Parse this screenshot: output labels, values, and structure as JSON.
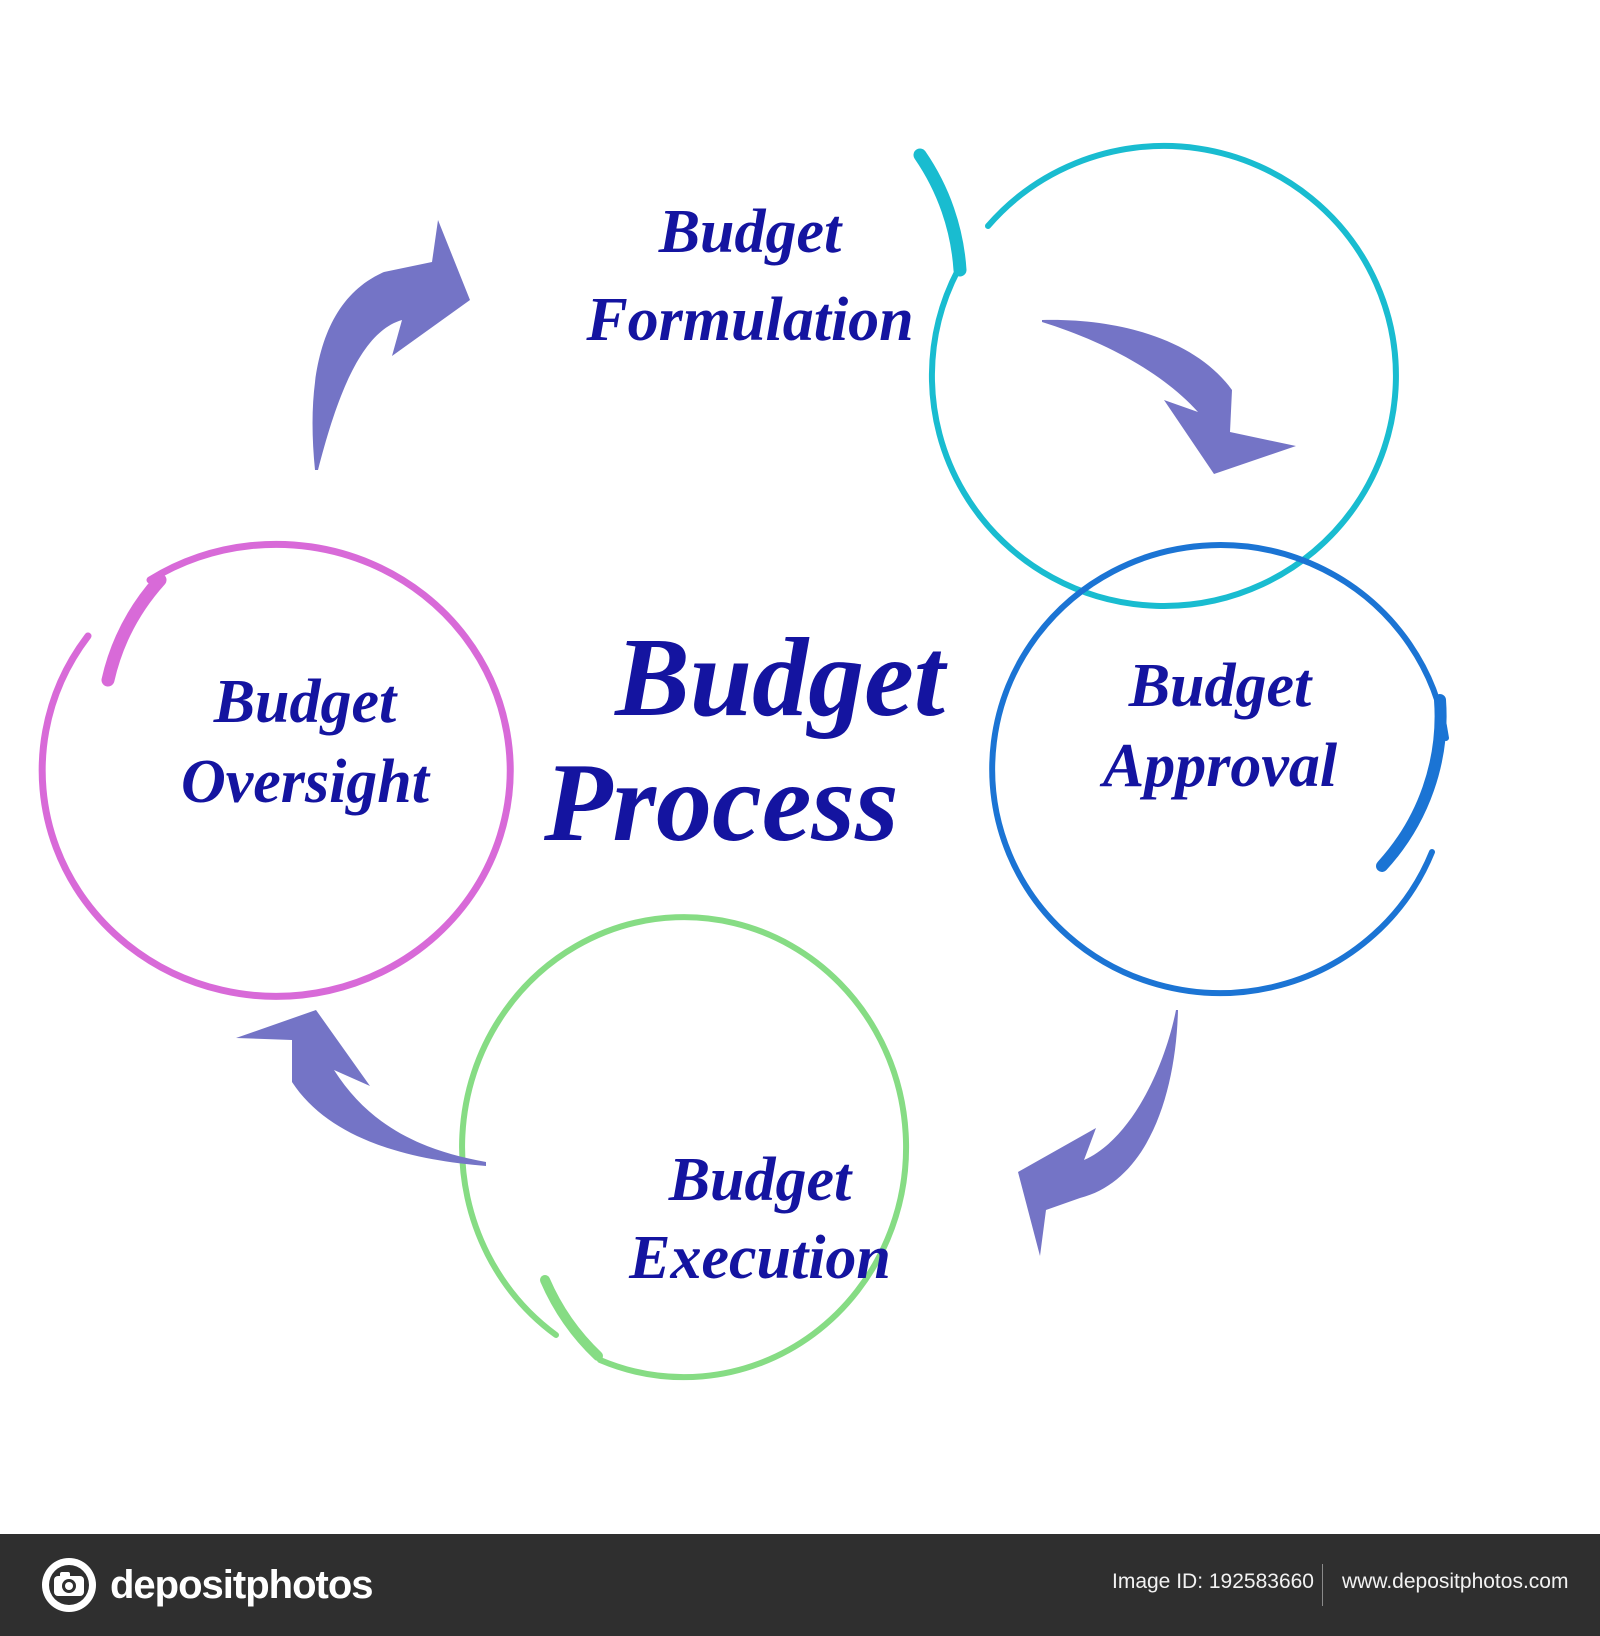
{
  "diagram": {
    "title": "Budget Process",
    "title_lines": [
      "Budget",
      "Process"
    ],
    "stages": [
      {
        "line1": "Budget",
        "line2": "Formulation",
        "color": "#19bcd0"
      },
      {
        "line1": "Budget",
        "line2": "Approval",
        "color": "#1b74d4"
      },
      {
        "line1": "Budget",
        "line2": "Execution",
        "color": "#86dc84"
      },
      {
        "line1": "Budget",
        "line2": "Oversight",
        "color": "#d86ad8"
      }
    ],
    "text_color": "#1414a0",
    "arrow_color": "#7474c6"
  },
  "footer": {
    "brand": "depositphotos",
    "image_id": "Image ID: 192583660",
    "site": "www.depositphotos.com"
  }
}
